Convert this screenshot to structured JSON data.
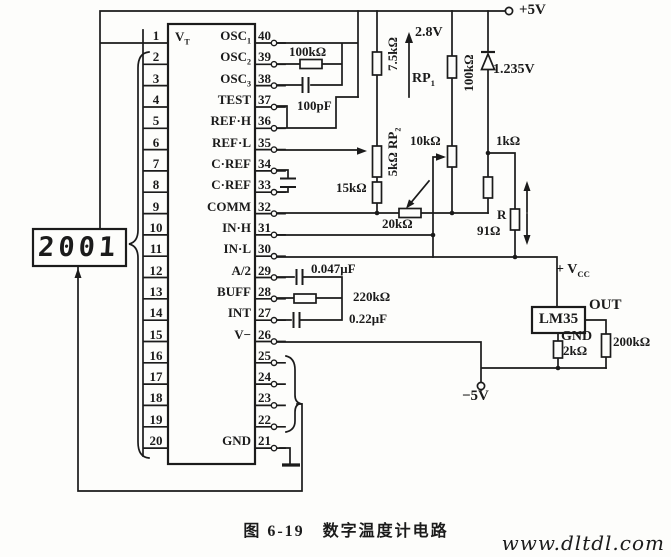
{
  "figure": {
    "caption": "图 6-19　数字温度计电路",
    "watermark": "www.dltdl.com"
  },
  "power": {
    "pos": "+5V",
    "neg": "−5V",
    "vcc": "+ V",
    "vcc_sub": "CC"
  },
  "display": {
    "value": "2001"
  },
  "ic": {
    "vt": {
      "t": "V",
      "sub": "T"
    },
    "pins_right": [
      "40",
      "39",
      "38",
      "37",
      "36",
      "35",
      "34",
      "33",
      "32",
      "31",
      "30",
      "29",
      "28",
      "27",
      "26",
      "25",
      "24",
      "23",
      "22",
      "21"
    ],
    "pins_left": [
      "1",
      "2",
      "3",
      "4",
      "5",
      "6",
      "7",
      "8",
      "9",
      "10",
      "11",
      "12",
      "13",
      "14",
      "15",
      "16",
      "17",
      "18",
      "19",
      "20"
    ],
    "labels": [
      {
        "t": "OSC",
        "sub": "1",
        "row": 0
      },
      {
        "t": "OSC",
        "sub": "2",
        "row": 1
      },
      {
        "t": "OSC",
        "sub": "3",
        "row": 2
      },
      {
        "t": "TEST",
        "row": 3
      },
      {
        "t": "REF·H",
        "row": 4
      },
      {
        "t": "REF·L",
        "row": 5
      },
      {
        "t": "C·REF",
        "row": 6
      },
      {
        "t": "C·REF",
        "row": 7
      },
      {
        "t": "COMM",
        "row": 8
      },
      {
        "t": "IN·H",
        "row": 9
      },
      {
        "t": "IN·L",
        "row": 10
      },
      {
        "t": "A/2",
        "row": 11
      },
      {
        "t": "BUFF",
        "row": 12
      },
      {
        "t": "INT",
        "row": 13
      },
      {
        "t": "V−",
        "row": 14
      },
      {
        "t": "GND",
        "row": 19
      }
    ]
  },
  "components": {
    "r_osc": "100kΩ",
    "c_osc": "100pF",
    "r75": "7.5kΩ",
    "rp1": {
      "t": "RP",
      "sub": "1"
    },
    "v28": "2.8V",
    "r100k": "100kΩ",
    "vref": "1.235V",
    "rp2": {
      "t": "5kΩ RP",
      "sub": "2"
    },
    "r15k": "15kΩ",
    "r10k": "10kΩ",
    "r1k": "1kΩ",
    "r20k": "20kΩ",
    "r_name": "R",
    "r91": "91Ω",
    "c047": "0.047μF",
    "r220k": "220kΩ",
    "c022": "0.22μF",
    "lm35": "LM35",
    "out": "OUT",
    "gnd": "GND",
    "r2k": "2kΩ",
    "r200k": "200kΩ"
  }
}
